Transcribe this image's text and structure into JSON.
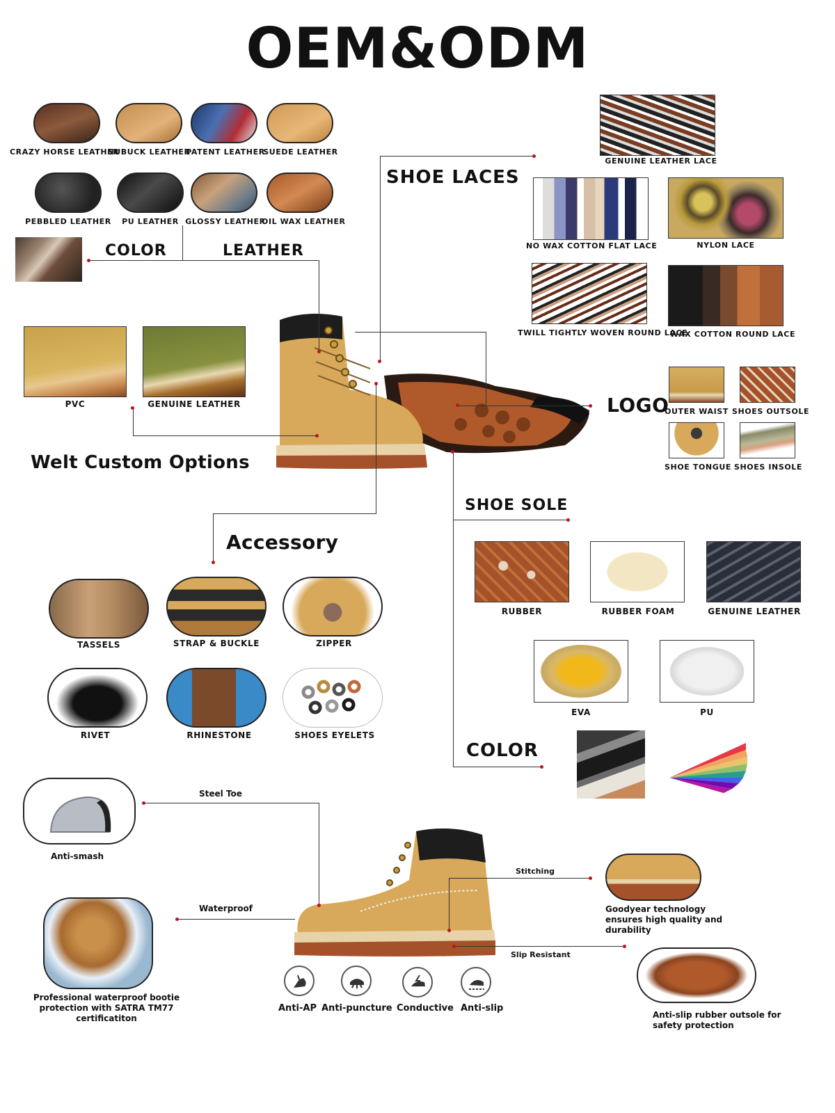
{
  "title": "OEM&ODM",
  "leather": {
    "materials": [
      "CRAZY HORSE LEATHER",
      "NUBUCK LEATHER",
      "PATENT LEATHER",
      "SUEDE LEATHER",
      "PEBBLED LEATHER",
      "PU LEATHER",
      "GLOSSY LEATHER",
      "OIL WAX LEATHER"
    ],
    "color_label": "COLOR",
    "leather_label": "LEATHER"
  },
  "welt": {
    "title": "Welt Custom Options",
    "options": [
      "PVC",
      "GENUINE LEATHER"
    ]
  },
  "laces": {
    "title": "SHOE LACES",
    "items": [
      "GENUINE LEATHER LACE",
      "NO WAX COTTON FLAT LACE",
      "NYLON LACE",
      "TWILL TIGHTLY WOVEN ROUND LACE",
      "WAX COTTON ROUND LACE"
    ]
  },
  "logo": {
    "title": "LOGO",
    "items": [
      "OUTER WAIST",
      "SHOES OUTSOLE",
      "SHOE TONGUE",
      "SHOES INSOLE"
    ]
  },
  "sole": {
    "title": "SHOE SOLE",
    "items": [
      "RUBBER",
      "RUBBER FOAM",
      "GENUINE LEATHER",
      "EVA",
      "PU"
    ],
    "color_label": "COLOR"
  },
  "accessory": {
    "title": "Accessory",
    "items": [
      "TASSELS",
      "STRAP & BUCKLE",
      "ZIPPER",
      "RIVET",
      "RHINESTONE",
      "SHOES EYELETS"
    ]
  },
  "features": {
    "steel_toe": "Steel Toe",
    "anti_smash": "Anti-smash",
    "waterproof": "Waterproof",
    "waterproof_note": "Professional waterproof bootie protection with SATRA TM77 certificatiton",
    "stitching": "Stitching",
    "stitching_note": "Goodyear technology ensures high quality and durability",
    "slip_resistant": "Slip Resistant",
    "slip_note": "Anti-slip rubber outsole for safety protection",
    "icons": [
      "Anti-AP",
      "Anti-puncture",
      "Conductive",
      "Anti-slip"
    ]
  },
  "colors": {
    "line": "#333333",
    "dot": "#c1121f",
    "leather_tan": "#d8a95a",
    "sole_brown": "#a5522a"
  }
}
